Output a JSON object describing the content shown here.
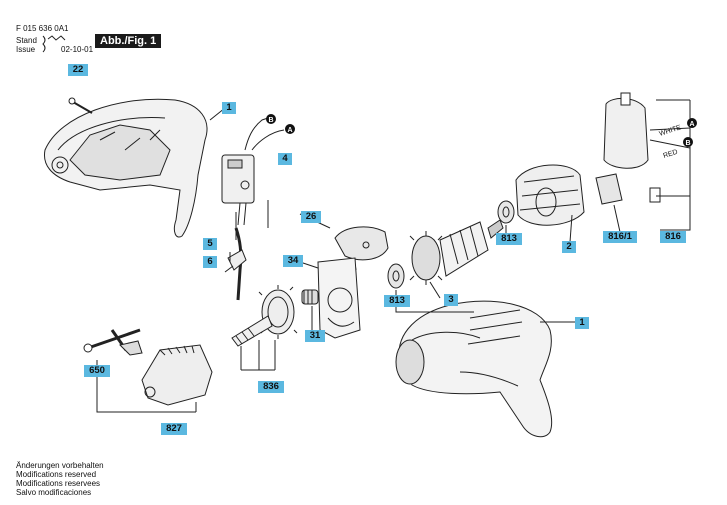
{
  "header": {
    "doc_number": "F 015 636 0A1",
    "stand_label": "Stand",
    "issue_label": "Issue",
    "issue_date": "02-10-01",
    "figure_badge": "Abb./Fig. 1"
  },
  "callouts": {
    "c22": "22",
    "c1_top": "1",
    "c4": "4",
    "c5": "5",
    "c6": "6",
    "c26": "26",
    "c34": "34",
    "c31": "31",
    "c813_left": "813",
    "c813_right": "813",
    "c3": "3",
    "c2": "2",
    "c816_1": "816/1",
    "c816": "816",
    "c1_right": "1",
    "c836": "836",
    "c650": "650",
    "c827": "827"
  },
  "wire_markers": {
    "a": "A",
    "b": "B"
  },
  "wire_labels": {
    "white": "WHITE",
    "red": "RED"
  },
  "footer": {
    "line1": "Änderungen vorbehalten",
    "line2": "Modifications reserved",
    "line3": "Modifications reservees",
    "line4": "Salvo modificaciones"
  }
}
